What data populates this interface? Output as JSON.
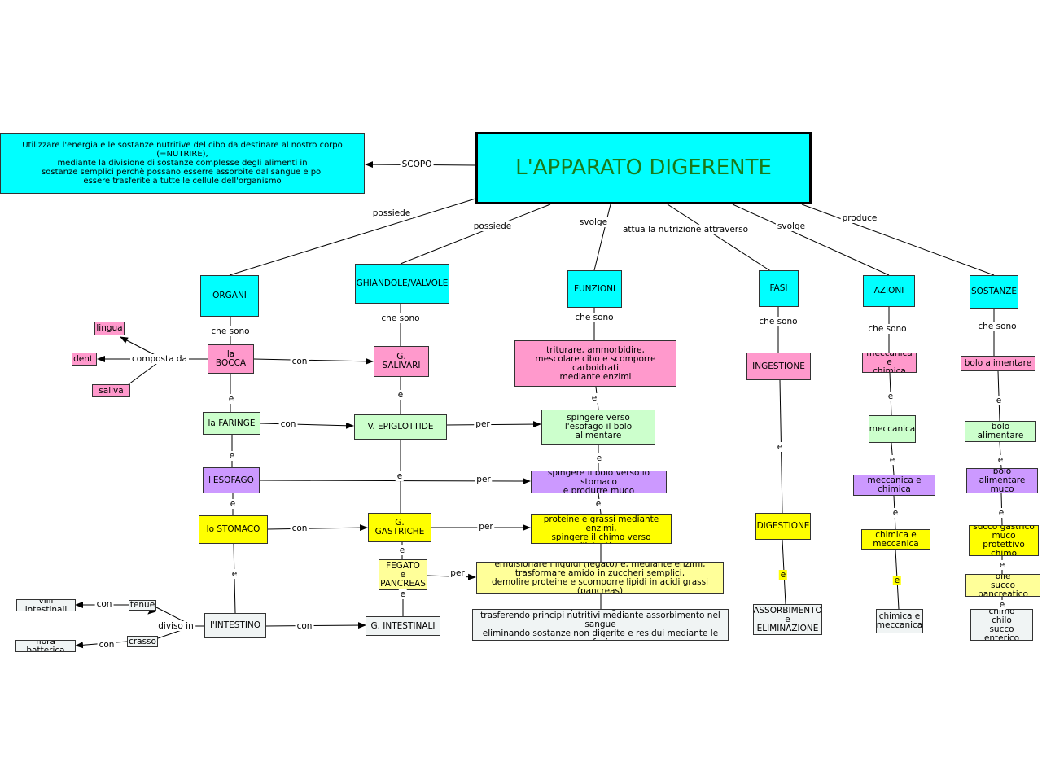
{
  "title": "L'APPARATO DIGERENTE",
  "scope_text": "Utilizzare l'energia e le sostanze nutritive del cibo da destinare al nostro corpo (=NUTRIRE),\nmediante la divisione di sostanze complesse degli alimenti in\nsostanze semplici perchè possano esserre assorbite dal sangue e poi\nessere trasferite a tutte le cellule dell'organismo",
  "nodes": {
    "organi": "ORGANI",
    "ghiandole": "GHIANDOLE/VALVOLE",
    "funzioni": "FUNZIONI",
    "fasi": "FASI",
    "azioni": "AZIONI",
    "sostanze": "SOSTANZE",
    "lingua": "lingua",
    "denti": "denti",
    "saliva": "saliva",
    "bocca": "la BOCCA",
    "faringe": "la FARINGE",
    "esofago": "l'ESOFAGO",
    "stomaco": "lo STOMACO",
    "intestino": "l'INTESTINO",
    "villi": "villi intestinali",
    "flora": "flora batterica",
    "tenue": "tenue",
    "crasso": "crasso",
    "salivari": "G. SALIVARI",
    "epiglottide": "V. EPIGLOTTIDE",
    "gastriche": "G. GASTRICHE",
    "fegato": "FEGATO\ne\nPANCREAS",
    "intestinali": "G. INTESTINALI",
    "f1": "triturare, ammorbidire,\nmescolare cibo e scomporre carboidrati\nmediante enzimi",
    "f2": "spingere verso\nl'esofago il bolo alimentare",
    "f3": "spingere il bolo verso lo stomaco\ne produrre muco",
    "f4": "scomporre\nproteine e grassi mediante enzimi,\nspingere il chimo verso l'intestino",
    "f5": "emulsionare i liquidi (fegato) e, mediante enzimi,\ntrasformare amido in zuccheri semplici,\ndemolire proteine e scomporre lipidi in acidi grassi (pancreas)",
    "f6": "completare digestione\ntrasferendo principi nutritivi mediante assorbimento nel sangue\neliminando sostanze non digerite e residui mediante le feci",
    "ingestione": "INGESTIONE",
    "digestione": "DIGESTIONE",
    "assorbimento": "ASSORBIMENTO\ne\nELIMINAZIONE",
    "a1": "meccanica e\nchimica",
    "a2": "meccanica",
    "a3": "meccanica e\nchimica",
    "a4": "chimica e\nmeccanica",
    "a5": "chimica e\nmeccanica",
    "s1": "bolo alimentare",
    "s2": "bolo alimentare",
    "s3": "bolo alimentare\nmuco",
    "s4": "succo gastrico\nmuco protettivo\nchimo",
    "s5": "bile\nsucco pancreatico",
    "s6": "chimo\nchilo\nsucco enterico"
  },
  "labels": {
    "scopo": "SCOPO",
    "possiede": "possiede",
    "svolge": "svolge",
    "attua": "attua la nutrizione attraverso",
    "produce": "produce",
    "che_sono": "che sono",
    "composta_da": "composta da",
    "con": "con",
    "per": "per",
    "e": "e",
    "diviso_in": "diviso in"
  },
  "colors": {
    "cyan": "#00ffff",
    "pink": "#ff99cc",
    "green": "#ccffcc",
    "purple": "#cc99ff",
    "yellow": "#ffff00",
    "light_yellow": "#ffff99",
    "gray": "#f0f4f4",
    "title_text": "#1a7a1a"
  }
}
